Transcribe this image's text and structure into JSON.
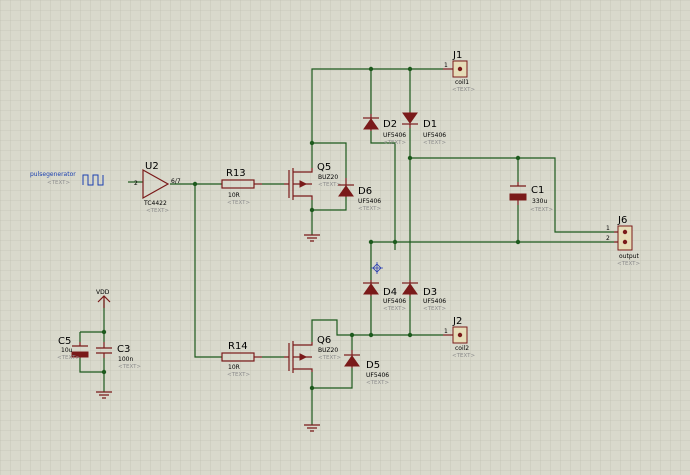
{
  "placeholder": "<TEXT>",
  "generator": {
    "label": "pulsegenerator"
  },
  "u2": {
    "ref": "U2",
    "value": "TC4422",
    "pin_in": "2",
    "pin_out": "6/7"
  },
  "r13": {
    "ref": "R13",
    "value": "10R"
  },
  "r14": {
    "ref": "R14",
    "value": "10R"
  },
  "q5": {
    "ref": "Q5",
    "value": "BUZ20"
  },
  "q6": {
    "ref": "Q6",
    "value": "BUZ20"
  },
  "d1": {
    "ref": "D1",
    "value": "UF5406"
  },
  "d2": {
    "ref": "D2",
    "value": "UF5406"
  },
  "d3": {
    "ref": "D3",
    "value": "UF5406"
  },
  "d4": {
    "ref": "D4",
    "value": "UF5406"
  },
  "d5": {
    "ref": "D5",
    "value": "UF5406"
  },
  "d6": {
    "ref": "D6",
    "value": "UF5406"
  },
  "c1": {
    "ref": "C1",
    "value": "330u"
  },
  "c3": {
    "ref": "C3",
    "value": "100n"
  },
  "c5": {
    "ref": "C5",
    "value": "10u"
  },
  "vdd": {
    "label": "VDD"
  },
  "j1": {
    "ref": "J1",
    "value": "coil1",
    "pin": "1"
  },
  "j2": {
    "ref": "J2",
    "value": "coil2",
    "pin": "1"
  },
  "j6": {
    "ref": "J6",
    "value": "output",
    "pin1": "1",
    "pin2": "2"
  }
}
